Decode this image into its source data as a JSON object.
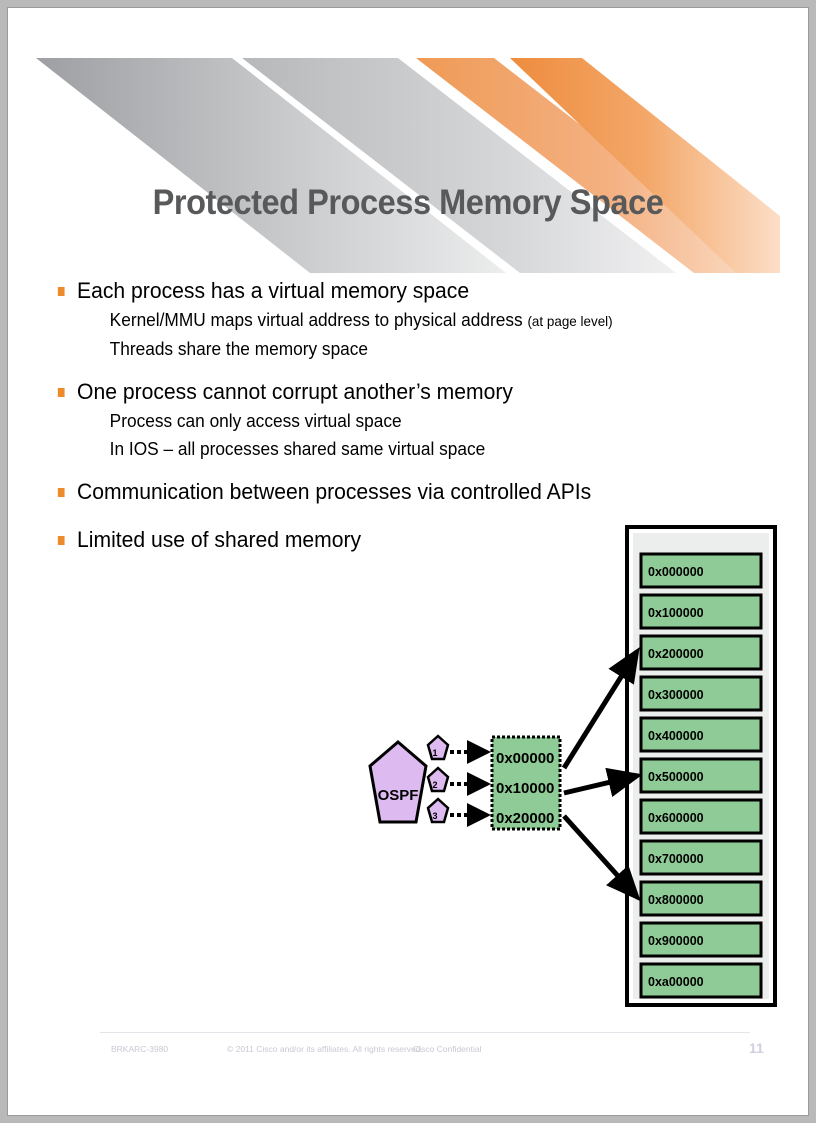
{
  "slide": {
    "title": "Protected Process Memory Space",
    "bullets": [
      {
        "text": "Each process has a virtual memory space",
        "sub": [
          {
            "text": "Kernel/MMU maps virtual address to physical address",
            "note": "(at page level)"
          },
          {
            "text": "Threads share the memory space",
            "note": ""
          }
        ]
      },
      {
        "text": "One process cannot corrupt another’s memory",
        "sub": [
          {
            "text": "Process can only access virtual space",
            "note": ""
          },
          {
            "text": "In IOS – all processes shared same virtual space",
            "note": ""
          }
        ]
      },
      {
        "text": "Communication between processes via controlled APIs",
        "sub": []
      },
      {
        "text": "Limited use of shared memory",
        "sub": []
      }
    ]
  },
  "diagram": {
    "process": {
      "label": "OSPF"
    },
    "pages": [
      {
        "number": "1"
      },
      {
        "number": "2"
      },
      {
        "number": "3"
      }
    ],
    "virtual_space": {
      "addresses": [
        "0x00000",
        "0x10000",
        "0x20000"
      ]
    },
    "physical_memory": {
      "blocks": [
        "0x000000",
        "0x100000",
        "0x200000",
        "0x300000",
        "0x400000",
        "0x500000",
        "0x600000",
        "0x700000",
        "0x800000",
        "0x900000",
        "0xa00000"
      ],
      "mapped_blocks": [
        "0x200000",
        "0x500000",
        "0x800000"
      ]
    }
  },
  "colors": {
    "bullet": "#ED8B2B",
    "title": "#58595b",
    "memory_block": "#8FCB96",
    "virtual_block": "#8FCB96",
    "process_shape": "#DDBBF0",
    "band_gray": "#BCBEC0",
    "band_orange": "#F2A26A",
    "footer_text": "#C9C9D4"
  },
  "footer": {
    "session_code": "BRKARC-3980",
    "copyright": "© 2011 Cisco and/or its affiliates. All rights reserved.",
    "confidential": "Cisco Confidential",
    "page_number": "11"
  }
}
